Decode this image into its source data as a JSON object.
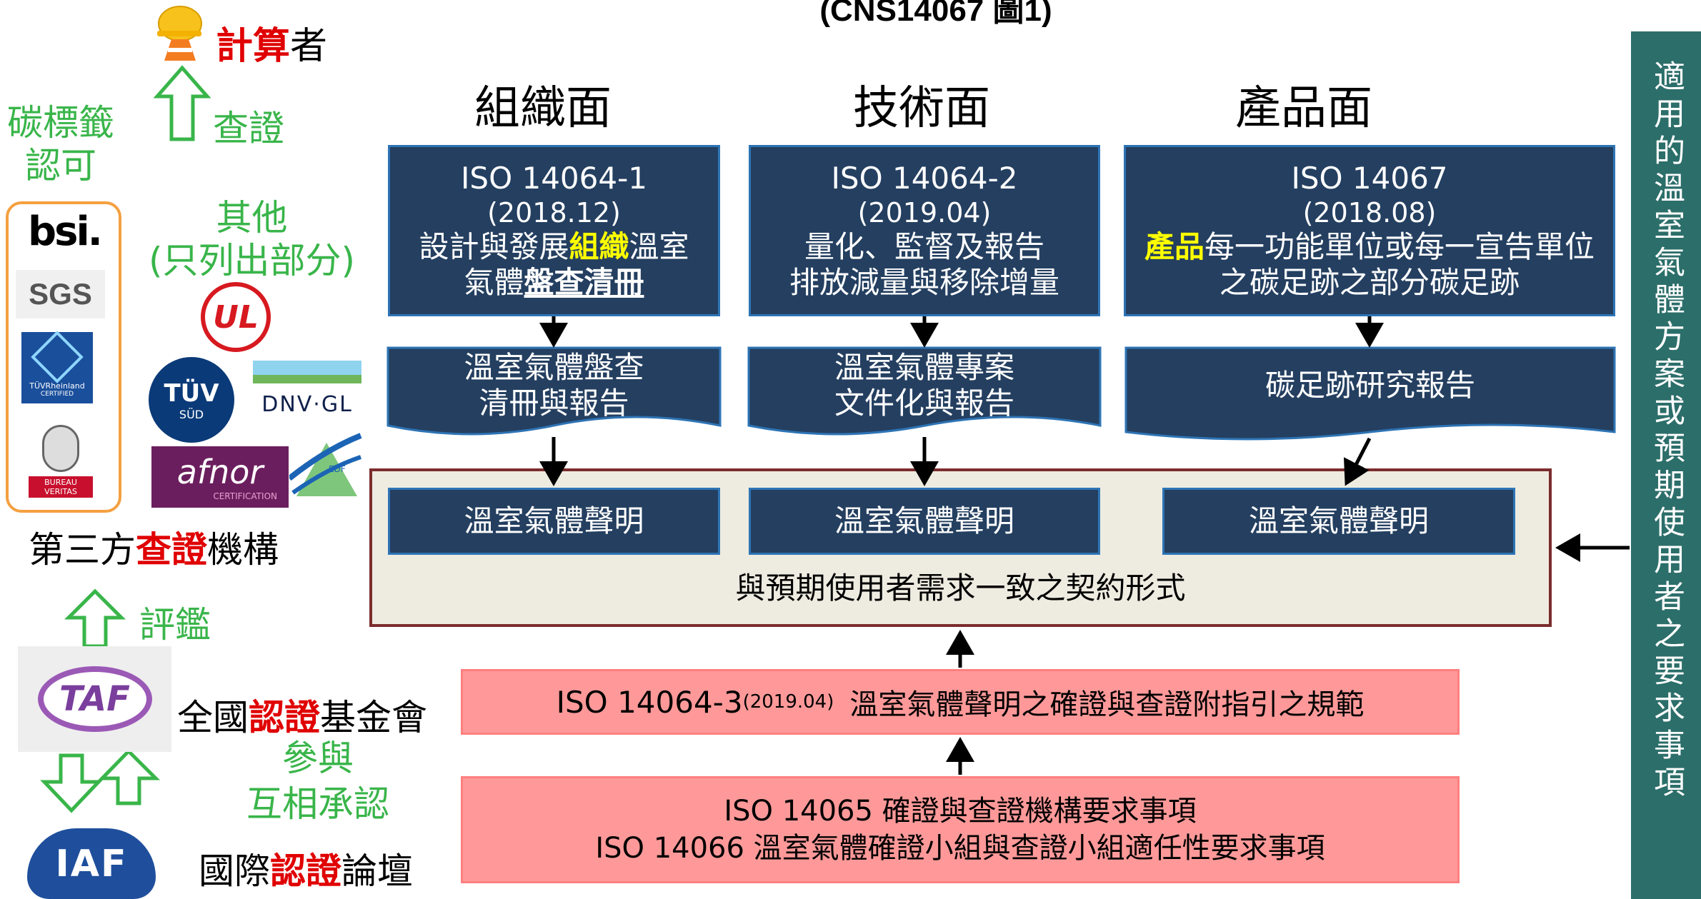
{
  "top_title": "(CNS14067 圖1)",
  "headings": {
    "org": "組織面",
    "tech": "技術面",
    "prod": "產品面"
  },
  "col1": {
    "std": "ISO 14064-1",
    "ver": "(2018.12)",
    "line1_a": "設計與發展",
    "line1_hl": "組織",
    "line1_b": "溫室",
    "line2_a": "氣體",
    "line2_ul": "盤查清冊",
    "doc": "溫室氣體盤查",
    "doc2": "清冊與報告",
    "stmt": "溫室氣體聲明"
  },
  "col2": {
    "std": "ISO 14064-2",
    "ver": "(2019.04)",
    "line1": "量化、監督及報告",
    "line2": "排放減量與移除增量",
    "doc": "溫室氣體專案",
    "doc2": "文件化與報告",
    "stmt": "溫室氣體聲明"
  },
  "col3": {
    "std": "ISO 14067",
    "ver": "(2018.08)",
    "line1_hl": "產品",
    "line1_b": "每一功能單位或每一宣告單位",
    "line2": "之碳足跡之部分碳足跡",
    "doc": "碳足跡研究報告",
    "stmt": "溫室氣體聲明"
  },
  "contract": "與預期使用者需求一致之契約形式",
  "iso3": {
    "std": "ISO 14064-3",
    "ver": "(2019.04)",
    "desc": "溫室氣體聲明之確證與查證附指引之規範"
  },
  "iso65": {
    "line1": "ISO 14065  確證與查證機構要求事項",
    "line2": "ISO 14066  溫室氣體確證小組與查證小組適任性要求事項"
  },
  "side": "適用的溫室氣體方案或預期使用者之要求事項",
  "left": {
    "calc_red": "計算",
    "calc_b": "者",
    "verify": "查證",
    "carbon1": "碳標籤",
    "carbon2": "認可",
    "other1": "其他",
    "other2": "(只列出部分)",
    "third_a": "第三方",
    "third_red": "查證",
    "third_b": "機構",
    "assess": "評鑑",
    "taf_a": "全國",
    "taf_red": "認證",
    "taf_b": "基金會",
    "mutual1": "參與",
    "mutual2": "互相承認",
    "iaf_a": "國際",
    "iaf_red": "認證",
    "iaf_b": "論壇"
  },
  "logos": {
    "bsi": "bsi.",
    "sgs": "SGS",
    "tuv_rh": "TÜVRheinland",
    "tuv_rh_sub": "CERTIFIED",
    "bv": "BUREAU VERITAS",
    "ul": "UL",
    "tuv_sud": "TÜV",
    "tuv_sud_sub": "SÜD",
    "dnv": "DNV·GL",
    "afnor": "afnor",
    "afnor_sub": "CERTIFICATION",
    "edf": "EDF",
    "taf": "TAF",
    "iaf": "IAF"
  },
  "colors": {
    "navy": "#243f60",
    "pink": "#ff9999",
    "teal": "#2c6e6a",
    "green": "#39b54a",
    "red": "#e00000"
  }
}
